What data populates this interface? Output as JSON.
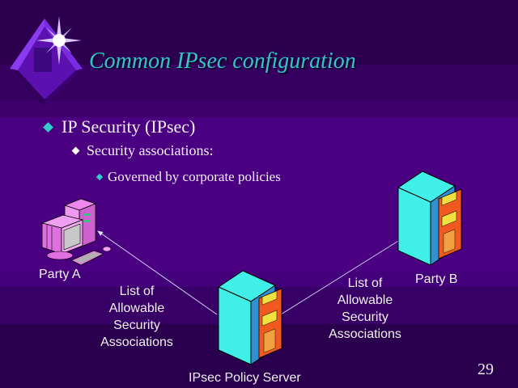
{
  "slide": {
    "title": "Common IPsec configuration",
    "bullets": [
      {
        "level": 1,
        "text": "IP Security (IPsec)"
      },
      {
        "level": 2,
        "text": "Security associations:"
      },
      {
        "level": 3,
        "text": "Governed by corporate policies"
      }
    ],
    "page_number": "29",
    "colors": {
      "title": "#2fc6c6",
      "bullet_primary": "#33cccc",
      "text": "#f0f0f0",
      "background": "#4a0080"
    }
  },
  "diagram": {
    "party_a": {
      "label": "Party A",
      "icon": "desktop-computer-icon"
    },
    "party_b": {
      "label": "Party B",
      "icon": "server-tower-icon"
    },
    "policy_server": {
      "label": "IPsec Policy Server",
      "icon": "server-tower-icon"
    },
    "left_link_label": [
      "List of",
      "Allowable",
      "Security",
      "Associations"
    ],
    "right_link_label": [
      "List of",
      "Allowable",
      "Security",
      "Associations"
    ]
  }
}
